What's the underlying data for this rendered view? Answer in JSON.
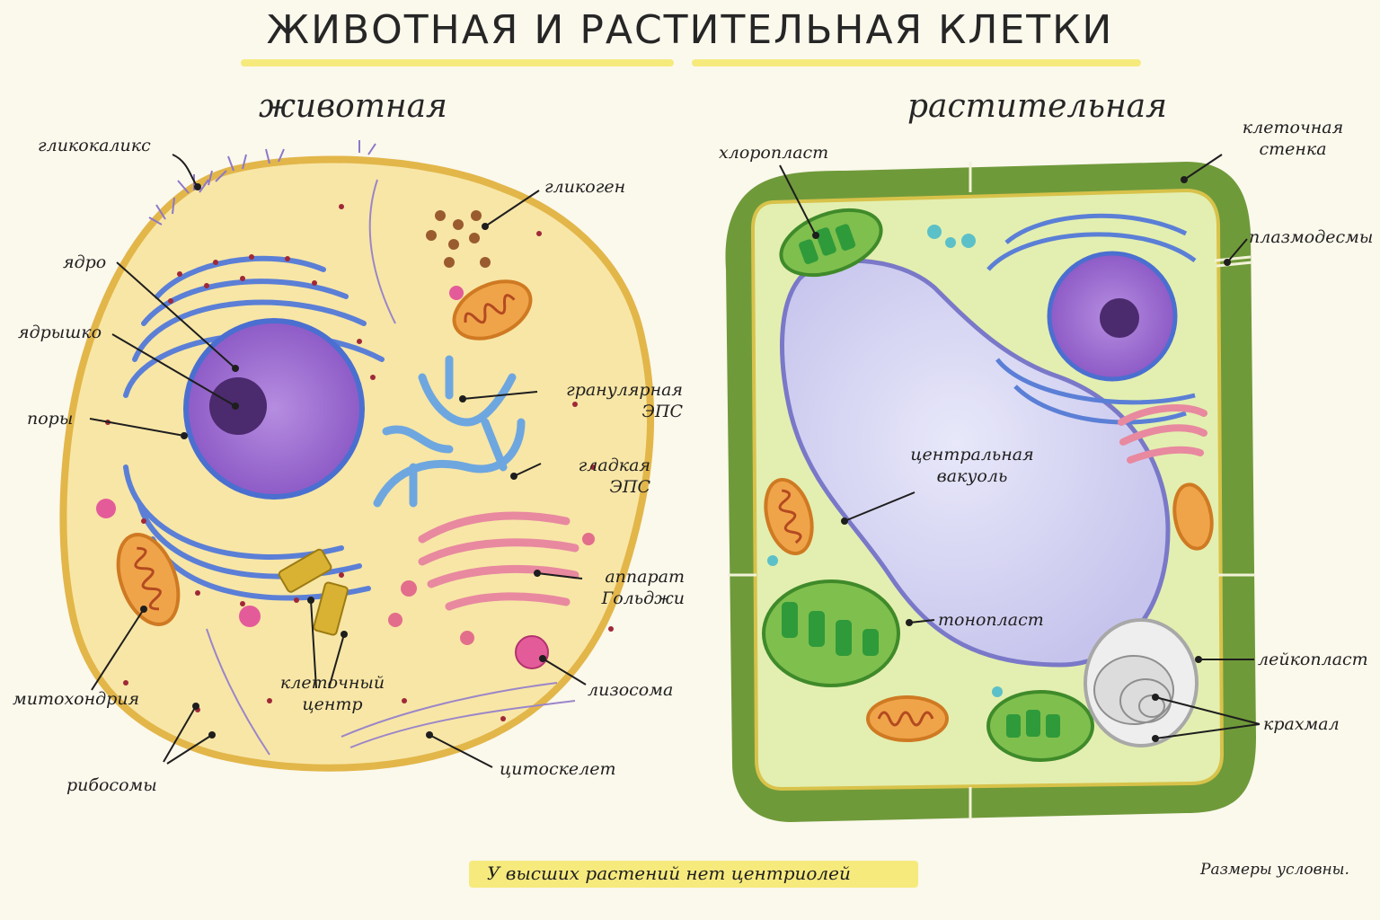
{
  "title": "ЖИВОТНАЯ И РАСТИТЕЛЬНАЯ  КЛЕТКИ",
  "animal": {
    "heading": "животная",
    "labels": {
      "glycocalyx": "гликокаликс",
      "glycogen": "гликоген",
      "nucleus": "ядро",
      "nucleolus": "ядрышко",
      "pores": "поры",
      "rough_er": "гранулярная\nЭПС",
      "smooth_er": "гладкая\nЭПС",
      "golgi": "аппарат\nГольджи",
      "mitochondrion": "митохондрия",
      "lysosome": "лизосома",
      "centrosome": "клеточный\nцентр",
      "ribosomes": "рибосомы",
      "cytoskeleton": "цитоскелет"
    }
  },
  "plant": {
    "heading": "растительная",
    "labels": {
      "chloroplast": "хлоропласт",
      "cell_wall": "клеточная\nстенка",
      "plasmodesmata": "плазмодесмы",
      "central_vacuole": "центральная\nвакуоль",
      "tonoplast": "тонопласт",
      "leucoplast": "лейкопласт",
      "starch": "крахмал"
    }
  },
  "footer": {
    "note": "У высших растений нет центриолей",
    "scale_note": "Размеры условны."
  },
  "colors": {
    "highlight": "#f4e86a",
    "cytoplasm_animal": "#f8e6a6",
    "cell_wall": "#6f9a3a",
    "cytoplasm_plant": "#e3efb0",
    "vacuole": "#d9d8f3",
    "nucleus": "#9b6ad0",
    "er": "#5b7fd6",
    "golgi": "#e889a0",
    "mitochondrion": "#f0a44a",
    "chloroplast": "#7fbf4e"
  }
}
